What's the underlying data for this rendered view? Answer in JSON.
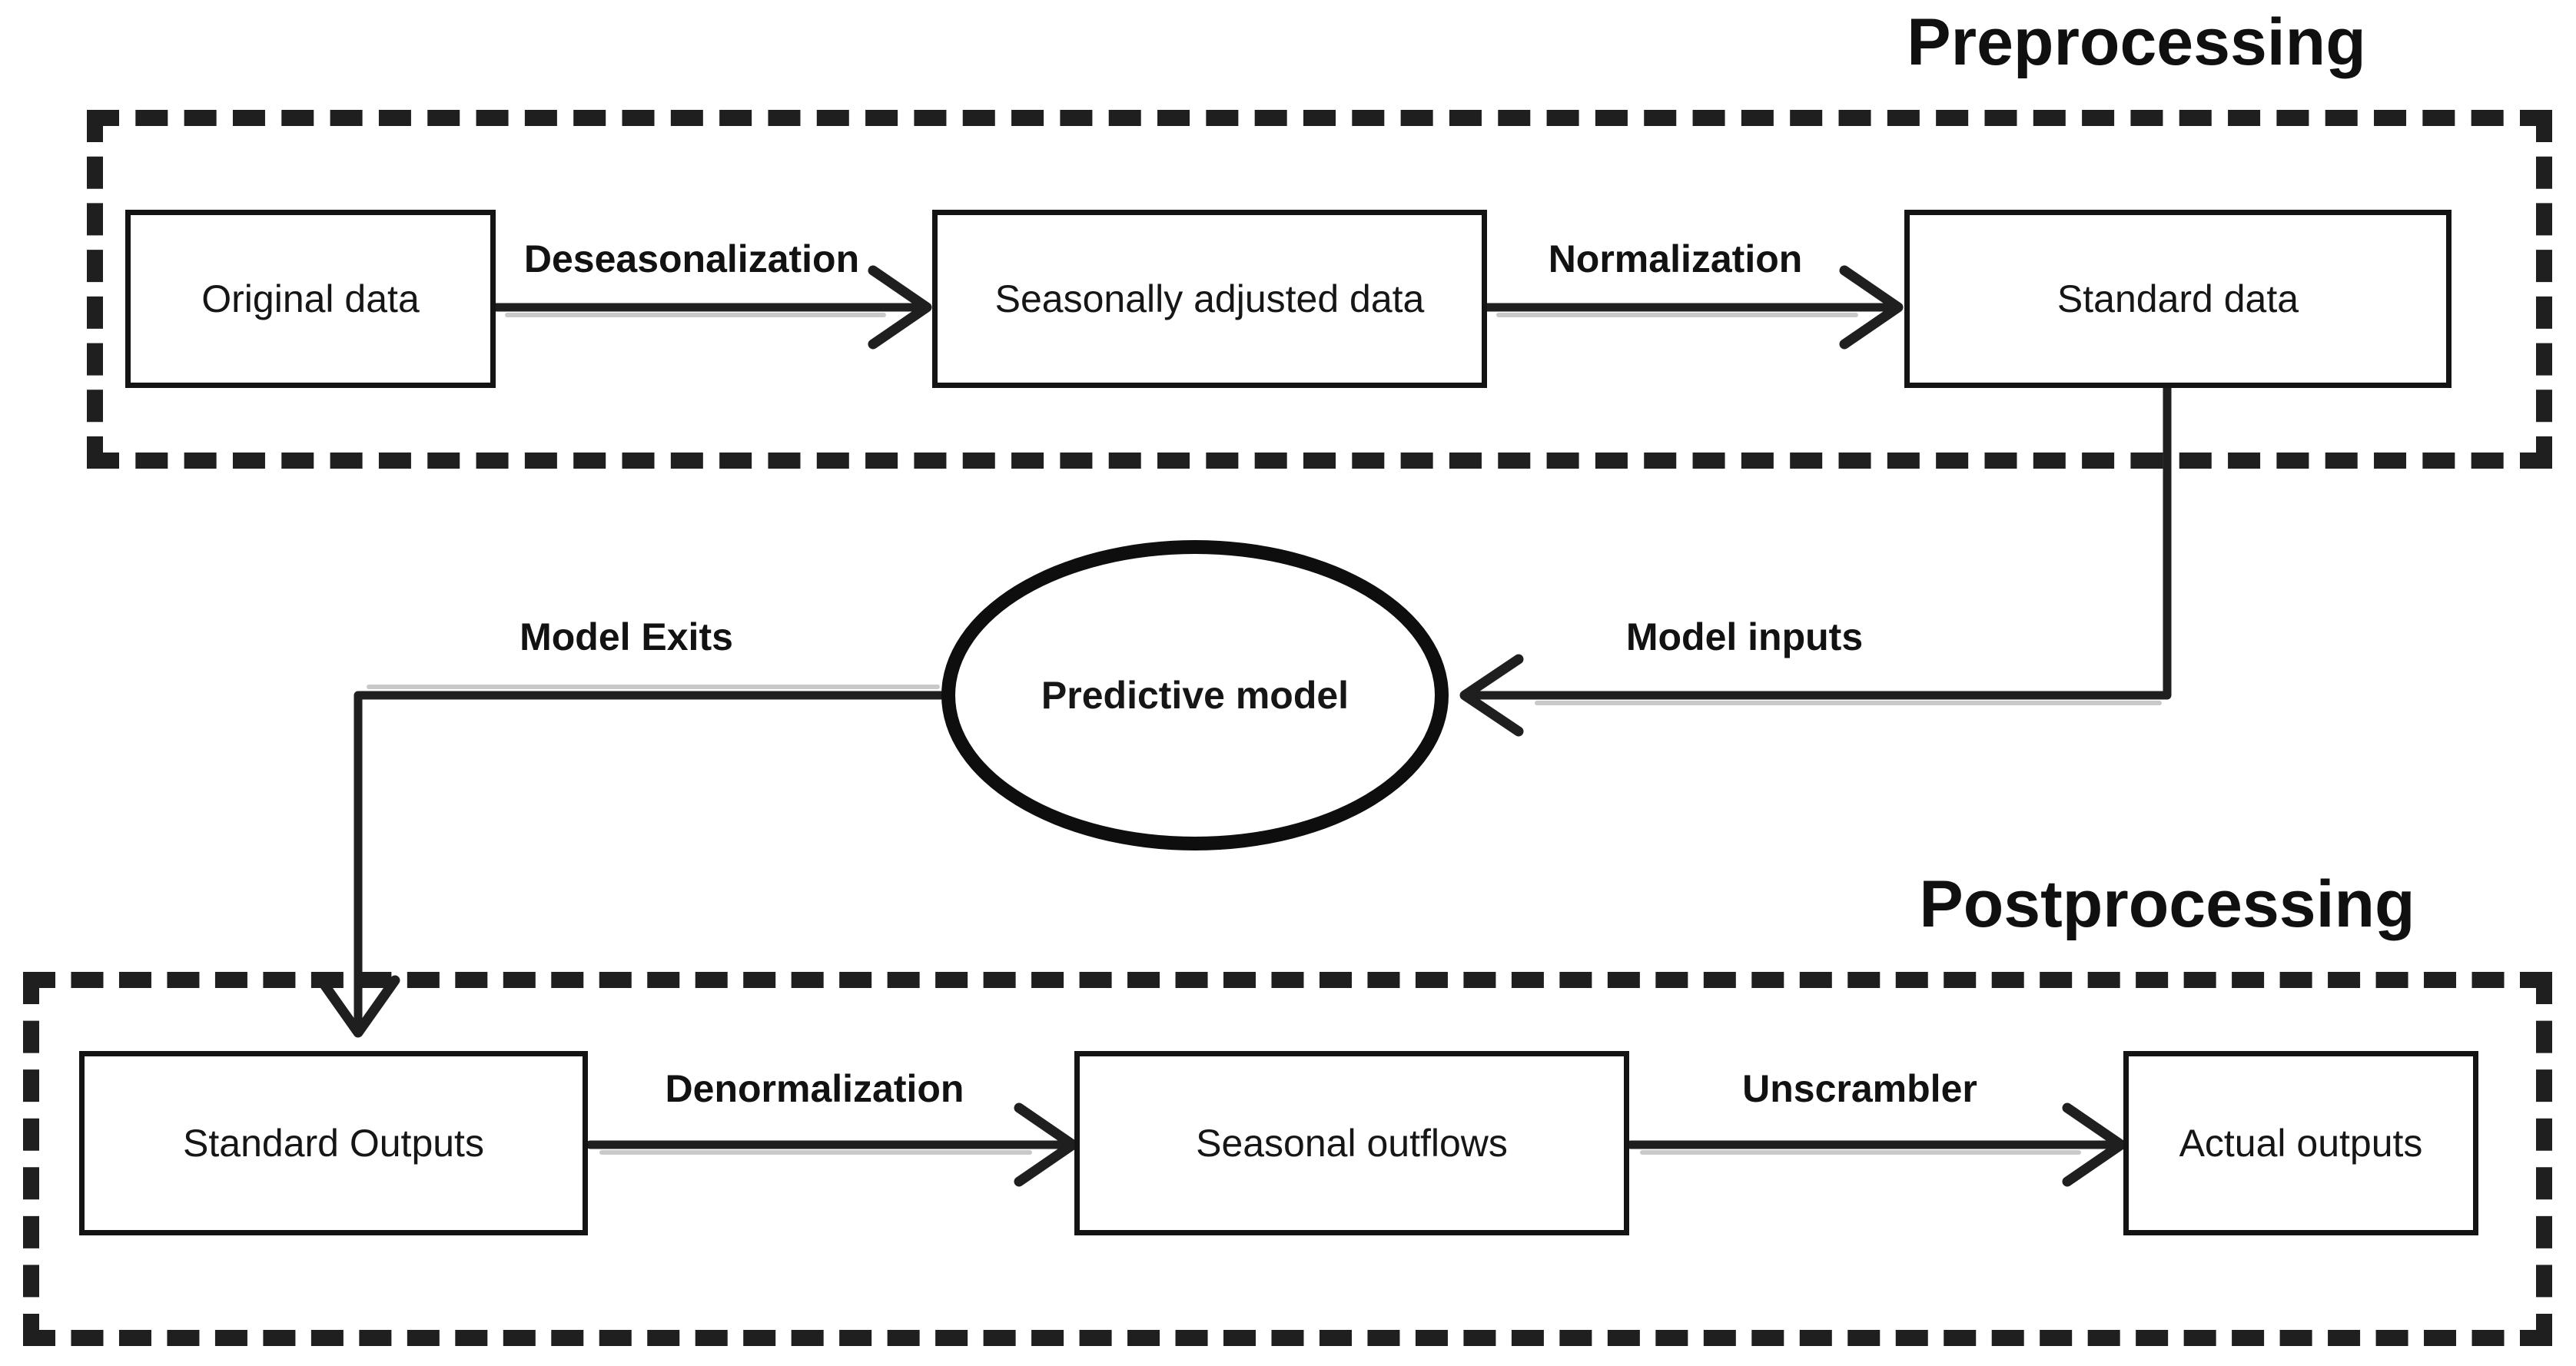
{
  "sections": {
    "preprocessing": {
      "title": "Preprocessing"
    },
    "postprocessing": {
      "title": "Postprocessing"
    }
  },
  "nodes": {
    "original_data": {
      "label": "Original data",
      "shape": "rectangle"
    },
    "seasonally_adjusted_data": {
      "label": "Seasonally adjusted data",
      "shape": "rectangle"
    },
    "standard_data": {
      "label": "Standard data",
      "shape": "rectangle"
    },
    "predictive_model": {
      "label": "Predictive model",
      "shape": "ellipse"
    },
    "standard_outputs": {
      "label": "Standard Outputs",
      "shape": "rectangle"
    },
    "seasonal_outflows": {
      "label": "Seasonal outflows",
      "shape": "rectangle"
    },
    "actual_outputs": {
      "label": "Actual outputs",
      "shape": "rectangle"
    }
  },
  "edges": {
    "deseasonalization": {
      "label": "Deseasonalization",
      "from": "original_data",
      "to": "seasonally_adjusted_data"
    },
    "normalization": {
      "label": "Normalization",
      "from": "seasonally_adjusted_data",
      "to": "standard_data"
    },
    "model_inputs": {
      "label": "Model inputs",
      "from": "standard_data",
      "to": "predictive_model"
    },
    "model_exits": {
      "label": "Model Exits",
      "from": "predictive_model",
      "to": "standard_outputs"
    },
    "denormalization": {
      "label": "Denormalization",
      "from": "standard_outputs",
      "to": "seasonal_outflows"
    },
    "unscrambler": {
      "label": "Unscrambler",
      "from": "seasonal_outflows",
      "to": "actual_outputs"
    }
  },
  "colors": {
    "ink": "#1f1f1f",
    "background": "#ffffff"
  }
}
